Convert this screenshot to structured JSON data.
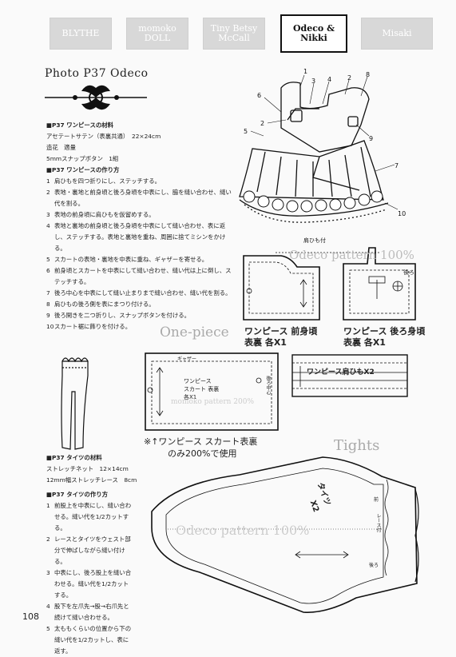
{
  "tabs": [
    {
      "label": "BLYTHE"
    },
    {
      "label": "momoko DOLL"
    },
    {
      "label": "Tiny Betsy McCall"
    },
    {
      "label": "Odeco & Nikki"
    },
    {
      "label": "Misaki"
    }
  ],
  "title": "Photo P37 Odeco",
  "dress_materials": {
    "heading": "■P37 ワンピースの材料",
    "lines": [
      "アセテートサテン（表裏共通）　22×24cm",
      "造花　適量",
      "5mmスナップボタン　1組"
    ]
  },
  "dress_steps": {
    "heading": "■P37 ワンピースの作り方",
    "items": [
      {
        "n": "1",
        "text": "肩ひもを四つ折りにし、ステッチする。"
      },
      {
        "n": "2",
        "text": "表地・裏地と前身頃と後ろ身頃を中表にし、脇を縫い合わせ、縫い代を割る。"
      },
      {
        "n": "3",
        "text": "表地の前身頃に肩ひもを仮留めする。"
      },
      {
        "n": "4",
        "text": "表地と裏地の前身頃と後ろ身頃を中表にして縫い合わせ、表に返し、ステッチする。表地と裏地を重ね、周囲に捨てミシンをかける。"
      },
      {
        "n": "5",
        "text": "スカートの表地・裏地を中表に重ね、ギャザーを寄せる。"
      },
      {
        "n": "6",
        "text": "前身頃とスカートを中表にして縫い合わせ、縫い代は上に倒し、ステッチする。"
      },
      {
        "n": "7",
        "text": "後ろ中心を中表にして縫い止まりまで縫い合わせ、縫い代を割る。"
      },
      {
        "n": "8",
        "text": "肩ひもの後ろ側を表にまつり付ける。"
      },
      {
        "n": "9",
        "text": "後ろ開きを二つ折りし、スナップボタンを付ける。"
      },
      {
        "n": "10",
        "text": "スカート裾に飾りを付ける。"
      }
    ]
  },
  "tights_materials": {
    "heading": "■P37 タイツの材料",
    "lines": [
      "ストレッチネット　12×14cm",
      "12mm幅ストレッチレース　8cm"
    ]
  },
  "tights_steps": {
    "heading": "■P37 タイツの作り方",
    "items": [
      {
        "n": "1",
        "text": "前股上を中表にし、縫い合わせる。縫い代を1/2カットする。"
      },
      {
        "n": "2",
        "text": "レースとタイツをウェスト部分で伸ばしながら縫い付ける。"
      },
      {
        "n": "3",
        "text": "中表にし、後ろ股上を縫い合わせる。縫い代を1/2カットする。"
      },
      {
        "n": "4",
        "text": "股下を左爪先→股→右爪先と続けて縫い合わせる。"
      },
      {
        "n": "5",
        "text": "太ももくらいの位置から下の縫い代を1/2カットし、表に返す。"
      }
    ]
  },
  "diagram_numbers": [
    "1",
    "2",
    "3",
    "4",
    "5",
    "6",
    "7",
    "8",
    "9",
    "10"
  ],
  "pattern": {
    "stamp_dress": "Odeco pattern 100%",
    "shoulder_label": "肩ひも付",
    "back_label": "後ろ",
    "front_label": "ワンピース 前身頃",
    "front_sub": "表裏 各X1",
    "back_bodice_label": "ワンピース 後ろ身頃",
    "back_bodice_sub": "表裏 各X1",
    "one_piece": "One-piece",
    "gather": "ギャザー",
    "skirt_l1": "ワンピース",
    "skirt_l2": "スカート 表裏",
    "skirt_l3": "各X1",
    "skirt_side": "後ろ中心",
    "stamp_skirt": "momoko pattern 200%",
    "strap_label": "ワンピース肩ひもX2",
    "note_l1": "※↑ワンピース スカート表裏",
    "note_l2": "のみ200%で使用",
    "tights_title": "Tights",
    "stamp_tights": "Odeco pattern 100%",
    "tights_label": "タイツ",
    "tights_count": "X2",
    "mae": "前",
    "ushiro": "後ろ",
    "lace": "レース付"
  },
  "page_number": "108"
}
